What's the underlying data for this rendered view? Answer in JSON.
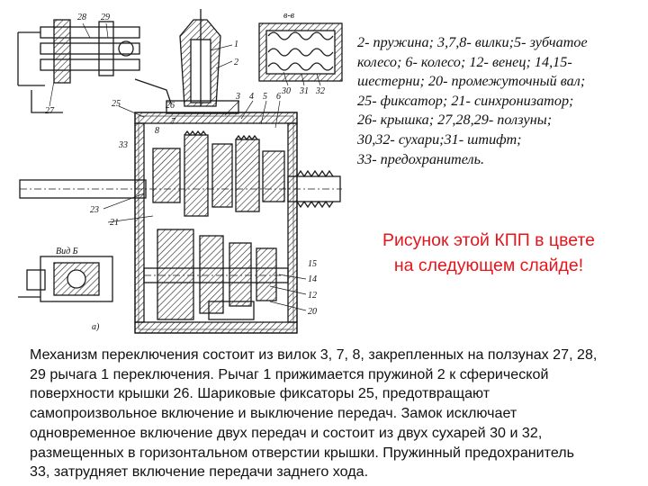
{
  "drawing": {
    "part_numbers": [
      "28",
      "29",
      "27",
      "2",
      "1",
      "25",
      "3",
      "4",
      "5",
      "6",
      "7",
      "8",
      "33",
      "20",
      "12",
      "14",
      "15",
      "21",
      "26",
      "23",
      "30",
      "31",
      "32",
      "a)"
    ],
    "section_labels": [
      "в-в",
      "Вид Б"
    ]
  },
  "legend": {
    "lines": [
      "2- пружина; 3,7,8- вилки;5- зубчатое",
      "колесо;  6- колесо; 12- венец; 14,15-",
      "шестерни; 20- промежуточный вал;",
      "25- фиксатор; 21- синхронизатор;",
      "26- крышка; 27,28,29- ползуны;",
      "30,32- сухари;31- штифт;",
      "33- предохранитель."
    ]
  },
  "note": {
    "lines": [
      "Рисунок этой КПП в цвете",
      "на следующем слайде!"
    ],
    "color": "#e8141b"
  },
  "description": {
    "lines": [
      "Механизм переключения состоит из вилок 3, 7, 8, закрепленных на ползунах 27, 28,",
      "29 рычага 1 переключения. Рычаг 1 прижимается пружиной 2 к сферической",
      "поверхности  крышки 26. Шариковые фиксаторы 25, предотвращают",
      "самопроизвольное включение и выключение передач. Замок исключает",
      "одновременное включение двух передач и состоит из двух сухарей 30 и 32,",
      "размещенных в горизонтальном отверстии крышки. Пружинный предохранитель",
      "33, затрудняет включение передачи заднего хода."
    ]
  }
}
